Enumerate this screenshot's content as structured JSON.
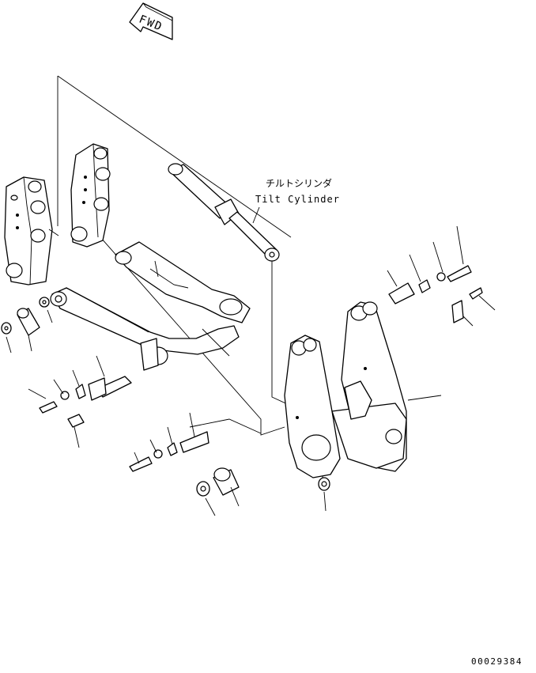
{
  "direction_arrow": {
    "label": "FWD"
  },
  "callouts": [
    {
      "id": "tilt-cylinder",
      "label_jp": "チルトシリンダ",
      "label_en": "Tilt Cylinder"
    }
  ],
  "drawing_number": "00029384"
}
